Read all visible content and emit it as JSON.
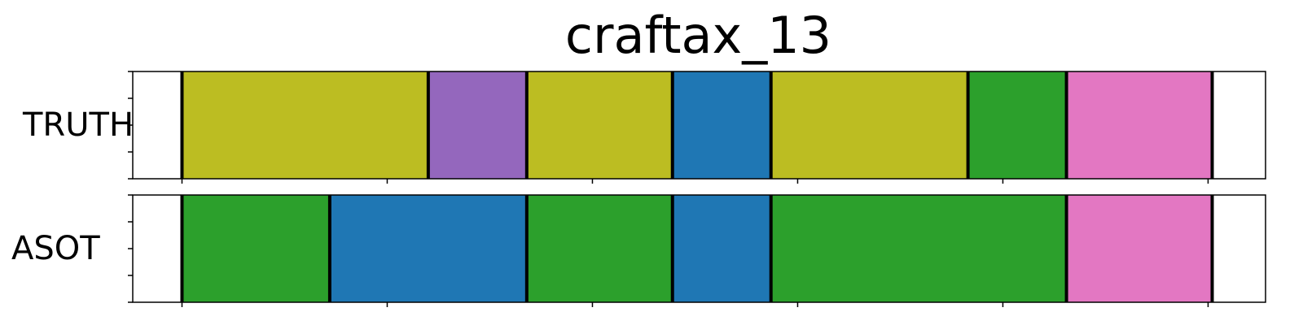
{
  "chart_data": {
    "type": "segment_timeline",
    "title": "craftax_13",
    "x_domain": [
      -24,
      528
    ],
    "rows": [
      {
        "name": "TRUTH",
        "segments": [
          {
            "start": 0,
            "end": 120,
            "color": "#bcbd22"
          },
          {
            "start": 120,
            "end": 168,
            "color": "#9467bd"
          },
          {
            "start": 168,
            "end": 239,
            "color": "#bcbd22"
          },
          {
            "start": 239,
            "end": 287,
            "color": "#1f77b4"
          },
          {
            "start": 287,
            "end": 383,
            "color": "#bcbd22"
          },
          {
            "start": 383,
            "end": 431,
            "color": "#2ca02c"
          },
          {
            "start": 431,
            "end": 502,
            "color": "#e377c2"
          }
        ]
      },
      {
        "name": "ASOT",
        "segments": [
          {
            "start": 0,
            "end": 72,
            "color": "#2ca02c"
          },
          {
            "start": 72,
            "end": 168,
            "color": "#1f77b4"
          },
          {
            "start": 168,
            "end": 239,
            "color": "#2ca02c"
          },
          {
            "start": 239,
            "end": 287,
            "color": "#1f77b4"
          },
          {
            "start": 287,
            "end": 431,
            "color": "#2ca02c"
          },
          {
            "start": 431,
            "end": 502,
            "color": "#e377c2"
          }
        ]
      }
    ],
    "x_ticks": [
      0,
      100,
      200,
      300,
      400,
      500
    ],
    "y_ticks_per_row": 5,
    "boundary_color": "#000000",
    "grid": false,
    "legend": "none"
  }
}
